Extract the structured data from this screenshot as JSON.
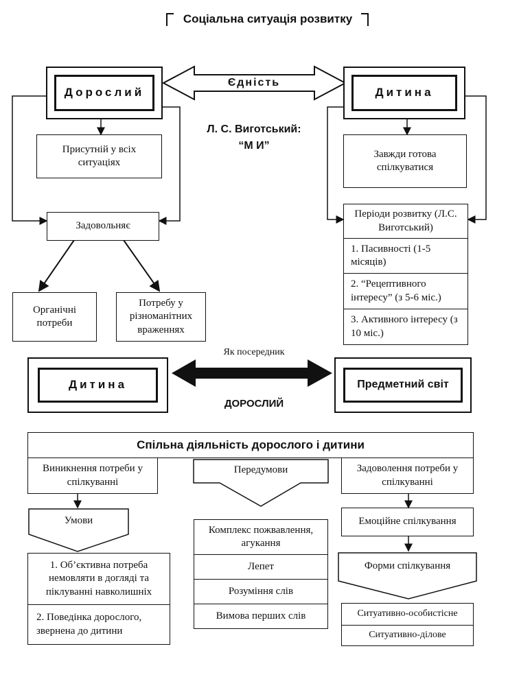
{
  "title": "Соціальна ситуація розвитку",
  "top": {
    "adult": "Дорослий",
    "child": "Дитина",
    "unity": "Єдність",
    "vygotsky_line1": "Л. С. Виготський:",
    "vygotsky_line2": "“М И”",
    "present": "Присутній у всіх ситуаціях",
    "ready": "Завжди готова спілкуватися",
    "satisfies": "Задовольняє",
    "organic": "Органічні потреби",
    "impressions": "Потребу у різноманітних враженнях",
    "periods_title": "Періоди розвитку (Л.С. Виготський)",
    "periods": [
      "1. Пасивності (1-5 місяців)",
      "2. “Рецептивного інтересу” (з 5-6 міс.)",
      "3. Активного інтересу (з 10 міс.)"
    ]
  },
  "middle": {
    "child": "Дитина",
    "world": "Предметний світ",
    "mediator": "Як посередник",
    "adult": "ДОРОСЛИЙ"
  },
  "bottom": {
    "joint": "Спільна діяльність дорослого і дитини",
    "emergence": "Виникнення потреби у спілкуванні",
    "prerequisites": "Передумови",
    "satisfaction": "Задоволення потреби у спілкуванні",
    "conditions": "Умови",
    "conditions_items": [
      "1. Об’єктивна потреба немовляти в догляді та піклуванні навколишніх",
      "2. Поведінка дорослого, звернена до дитини"
    ],
    "prereq_items": [
      "Комплекс пожвавлення, агукання",
      "Лепет",
      "Розуміння слів",
      "Вимова перших слів"
    ],
    "emotional": "Емоційне спілкування",
    "forms": "Форми спілкування",
    "forms_items": [
      "Ситуативно-особистісне",
      "Ситуативно-ділове"
    ]
  }
}
